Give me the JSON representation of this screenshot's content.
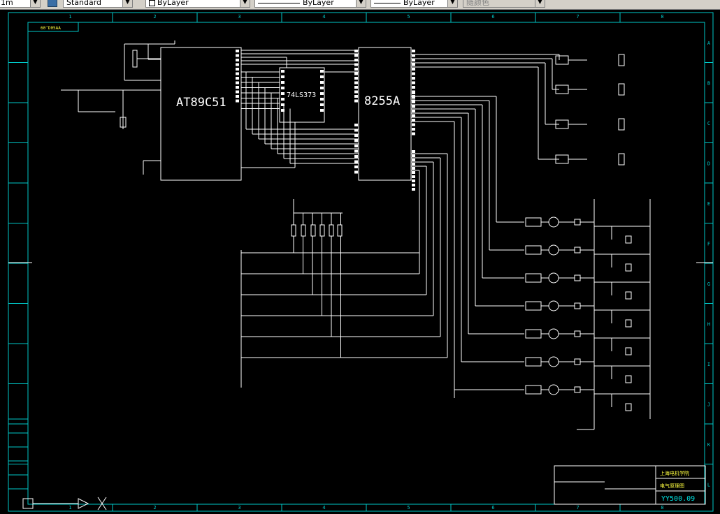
{
  "toolbar": {
    "layer_value": "1m",
    "style_value": "Standard",
    "color_value": "ByLayer",
    "linetype_value": "ByLayer",
    "lineweight_value": "ByLayer",
    "plotstyle_value": "随颜色"
  },
  "drawing": {
    "col_labels": [
      "1",
      "2",
      "3",
      "4",
      "5",
      "6",
      "7",
      "8"
    ],
    "row_labels": [
      "A",
      "B",
      "C",
      "D",
      "E",
      "F",
      "G",
      "H",
      "I",
      "J",
      "K",
      "L"
    ],
    "corner_tag": "60’D05AA",
    "mcu_label": "AT89C51",
    "latch_label": "74LS373",
    "ppi_label": "8255A",
    "title_company": "上海电机学院",
    "title_name": "电气原理图",
    "drawing_number": "YY500.09"
  }
}
